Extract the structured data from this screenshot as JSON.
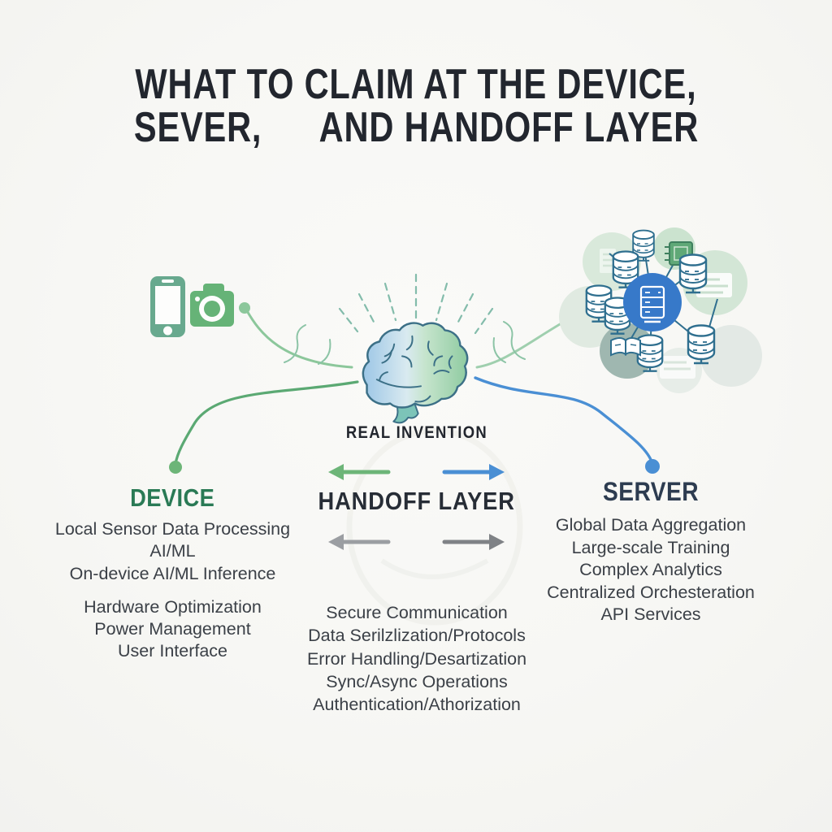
{
  "title": {
    "line1": "WHAT TO CLAIM AT THE DEVICE,",
    "line2_part1": "SEVER,",
    "line2_part2": "AND HANDOFF LAYER"
  },
  "center": {
    "invention_caption": "REAL INVENTION",
    "handoff_heading": "HANDOFF LAYER",
    "handoff_items": [
      "Secure Communication",
      "Data Serilzlization/Protocols",
      "Error Handling/Desartization",
      "Sync/Async Operations",
      "Authentication/Athorization"
    ]
  },
  "device": {
    "heading": "DEVICE",
    "primary_items": [
      "Local Sensor Data Processing",
      "AI/ML",
      "On-device AI/ML Inference"
    ],
    "secondary_items": [
      "Hardware Optimization",
      "Power Management",
      "User Interface"
    ]
  },
  "server": {
    "heading": "SERVER",
    "items": [
      "Global Data Aggregation",
      "Large-scale Training",
      "Complex Analytics",
      "Centralized Orchesteration",
      "API Services"
    ]
  },
  "icons": {
    "left": [
      "smartphone-icon",
      "camera-icon"
    ],
    "center": "brain-icon",
    "right": "server-network-icon"
  },
  "colors": {
    "background": "#f7f7f4",
    "title_text": "#22262e",
    "body_text": "#3b4047",
    "device_green": "#2a7a55",
    "server_navy": "#2d3c50",
    "arrow_green": "#6db578",
    "arrow_blue": "#4a8fd4",
    "arrow_gray_light": "#9b9ea2",
    "arrow_gray_dark": "#7f8286",
    "brain_blue": "#9cc6e6",
    "brain_green": "#8fcba1",
    "cluster_blue": "#3779c9",
    "icon_green": "#66b377",
    "icon_teal": "#68a98e"
  }
}
